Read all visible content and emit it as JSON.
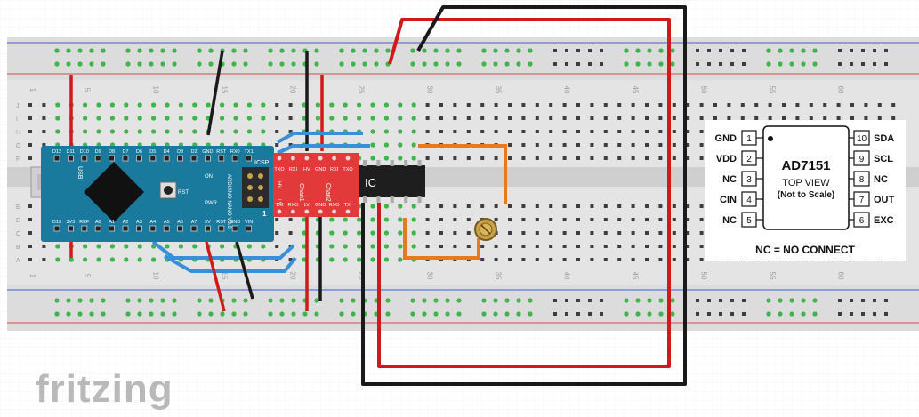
{
  "app": {
    "brand": "fritzing"
  },
  "breadboard": {
    "column_numbers": [
      "1",
      "5",
      "10",
      "15",
      "20",
      "25",
      "30",
      "35",
      "40",
      "45",
      "50",
      "55",
      "60"
    ],
    "row_letters_top": [
      "J",
      "I",
      "H",
      "G",
      "F"
    ],
    "row_letters_bottom": [
      "E",
      "D",
      "C",
      "B",
      "A"
    ]
  },
  "arduino": {
    "title": "ARDUINO NANO V3.0",
    "top_pins": [
      "D12",
      "D11",
      "D10",
      "D9",
      "D8",
      "D7",
      "D6",
      "D5",
      "D4",
      "D3",
      "D2",
      "GND",
      "RST",
      "RX0",
      "TX1"
    ],
    "bottom_pins": [
      "D13",
      "3V3",
      "REF",
      "A0",
      "A1",
      "A2",
      "A3",
      "A4",
      "A5",
      "A6",
      "A7",
      "5V",
      "RST",
      "GND",
      "VIN"
    ],
    "labels": {
      "usb": "USB",
      "icsp": "ICSP",
      "rst": "RST",
      "on": "ON",
      "pwr": "PWR",
      "one": "1"
    }
  },
  "level_shifter": {
    "top_labels": [
      "TXO",
      "RXI",
      "HV",
      "GND",
      "RXI",
      "TXO"
    ],
    "bottom_labels": [
      "TXI",
      "RXO",
      "LV",
      "GND",
      "RXO",
      "TXI"
    ],
    "chan1": "Chan1",
    "chan2": "Chan2",
    "hv": "HV",
    "lv": "LV"
  },
  "ic": {
    "label": "IC"
  },
  "pinout": {
    "chip_name": "AD7151",
    "view": "TOP VIEW",
    "scale_note": "(Not to Scale)",
    "footnote": "NC = NO CONNECT",
    "left_pins": [
      {
        "name": "GND",
        "num": "1"
      },
      {
        "name": "VDD",
        "num": "2"
      },
      {
        "name": "NC",
        "num": "3"
      },
      {
        "name": "CIN",
        "num": "4"
      },
      {
        "name": "NC",
        "num": "5"
      }
    ],
    "right_pins": [
      {
        "name": "SDA",
        "num": "10"
      },
      {
        "name": "SCL",
        "num": "9"
      },
      {
        "name": "NC",
        "num": "8"
      },
      {
        "name": "OUT",
        "num": "7"
      },
      {
        "name": "EXC",
        "num": "6"
      }
    ]
  },
  "colors": {
    "board_teal": "#1a7a9e",
    "shifter_red": "#e23a3a",
    "wire_red": "#d11919",
    "wire_black": "#1a1a1a",
    "wire_blue": "#3a8fd9",
    "wire_orange": "#e87a1e",
    "hole_green": "#3fb64a",
    "rail_red": "#d94a4a",
    "rail_blue": "#3b5fd4"
  }
}
